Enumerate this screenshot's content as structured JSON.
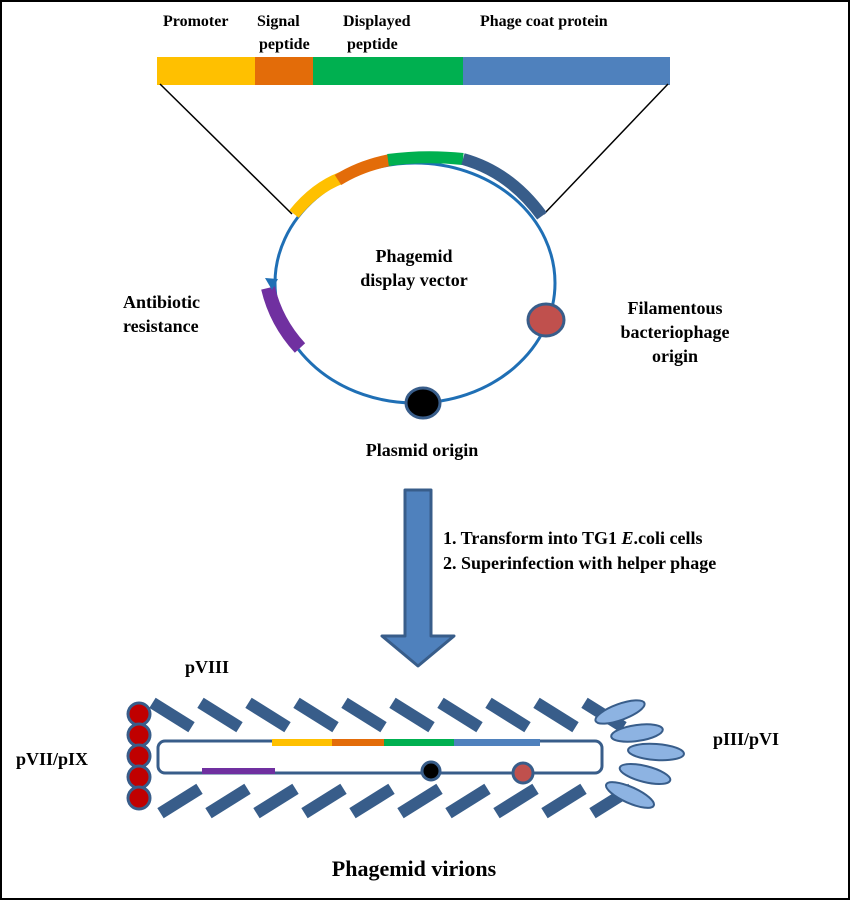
{
  "gene_cassette": {
    "promoter": "Promoter",
    "signal_line1": "Signal",
    "signal_line2": "peptide",
    "displayed_line1": "Displayed",
    "displayed_line2": "peptide",
    "coat": "Phage coat protein"
  },
  "vector": {
    "title_line1": "Phagemid",
    "title_line2": "display vector",
    "antibiotic_line1": "Antibiotic",
    "antibiotic_line2": "resistance",
    "filamentous_line1": "Filamentous",
    "filamentous_line2": "bacteriophage",
    "filamentous_line3": "origin",
    "plasmid_origin": "Plasmid origin"
  },
  "steps": {
    "step1_prefix": "1. Transform into TG1 ",
    "step1_italic": "E",
    "step1_suffix": ".coli cells",
    "step2": "2. Superinfection with helper phage"
  },
  "virion": {
    "pviii": "pVIII",
    "pvii_pix": "pVII/pIX",
    "piii_pvi": "pIII/pVI",
    "title": "Phagemid virions"
  },
  "colors": {
    "promoter": "#FFC000",
    "signal": "#E36C09",
    "displayed": "#00B050",
    "coat": "#4F81BD",
    "coat_dark": "#385D8A",
    "antibiotic": "#7030A0",
    "circle": "#1F6FB5",
    "fil_origin": "#C0504D",
    "pvii": "#C00000",
    "piii": "#8DB3E2",
    "arrow": "#4F81BD",
    "arrow_border": "#385D8A"
  }
}
